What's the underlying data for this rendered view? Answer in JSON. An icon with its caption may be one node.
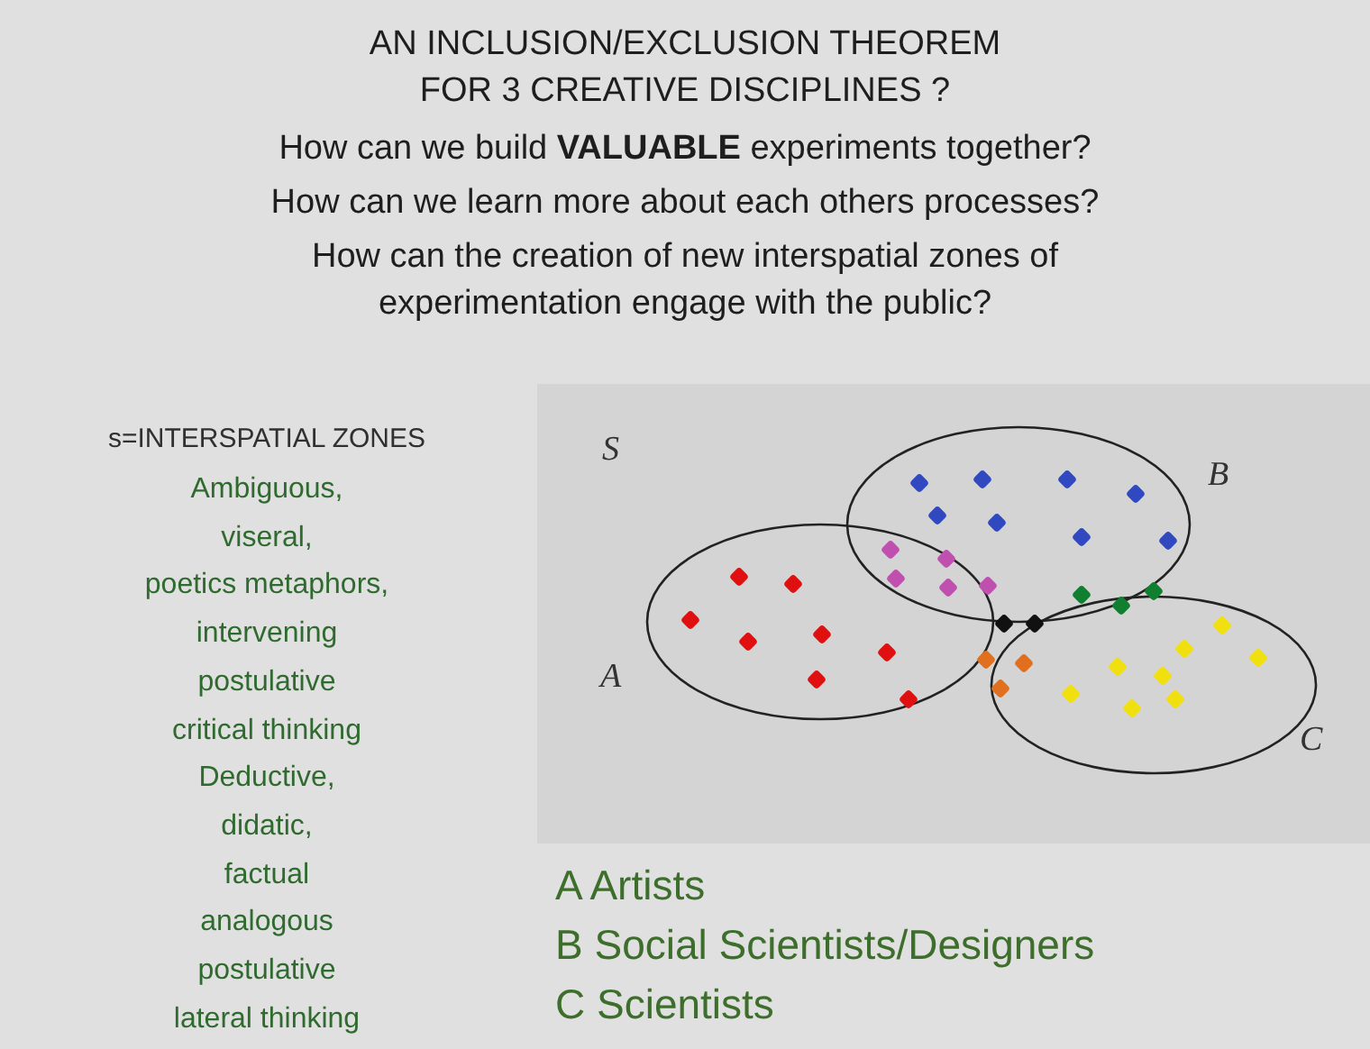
{
  "diagram": {
    "title": "AN INCLUSION/EXCLUSION THEOREM FOR 3 CREATIVE DISCIPLINES ?",
    "nodes": [
      {
        "text": [
          "S"
        ]
      },
      {
        "text": [
          "A"
        ],
        "in": 0
      },
      {
        "text": [
          "B"
        ],
        "in": 0
      },
      {
        "text": [
          "C"
        ],
        "in": 0
      }
    ],
    "labels": [
      "How can we build **VALUABLE** experiments together?",
      "How can we learn more about each others processes?",
      "How can the creation of new interspatial zones of experimentation engage with the public?",
      "s=INTERSPATIAL ZONES",
      "Ambiguous,",
      "viseral,",
      "poetics metaphors,",
      "intervening",
      "postulative",
      "critical thinking",
      "Deductive,",
      "didatic,",
      "factual",
      "analogous",
      "postulative",
      "lateral thinking",
      "A Artists",
      "B Social Scientists/Designers",
      "C Scientists"
    ]
  }
}
